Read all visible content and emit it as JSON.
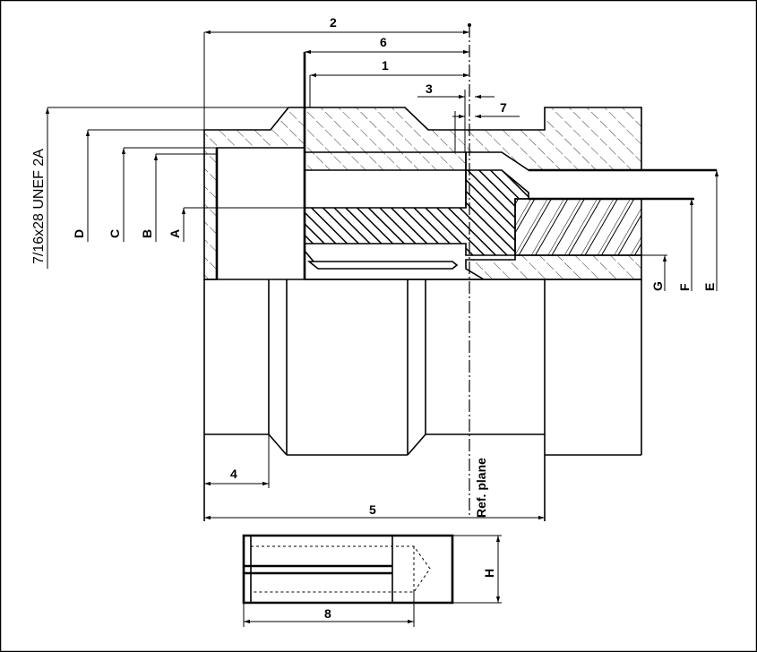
{
  "labels": {
    "thread": "7/16x28 UNEF 2A",
    "ref_plane": "Ref. plane",
    "dim_1": "1",
    "dim_2": "2",
    "dim_3": "3",
    "dim_4": "4",
    "dim_5": "5",
    "dim_6": "6",
    "dim_7": "7",
    "dim_8": "8",
    "dim_A": "A",
    "dim_B": "B",
    "dim_C": "C",
    "dim_D": "D",
    "dim_E": "E",
    "dim_F": "F",
    "dim_G": "G",
    "dim_H": "H"
  }
}
